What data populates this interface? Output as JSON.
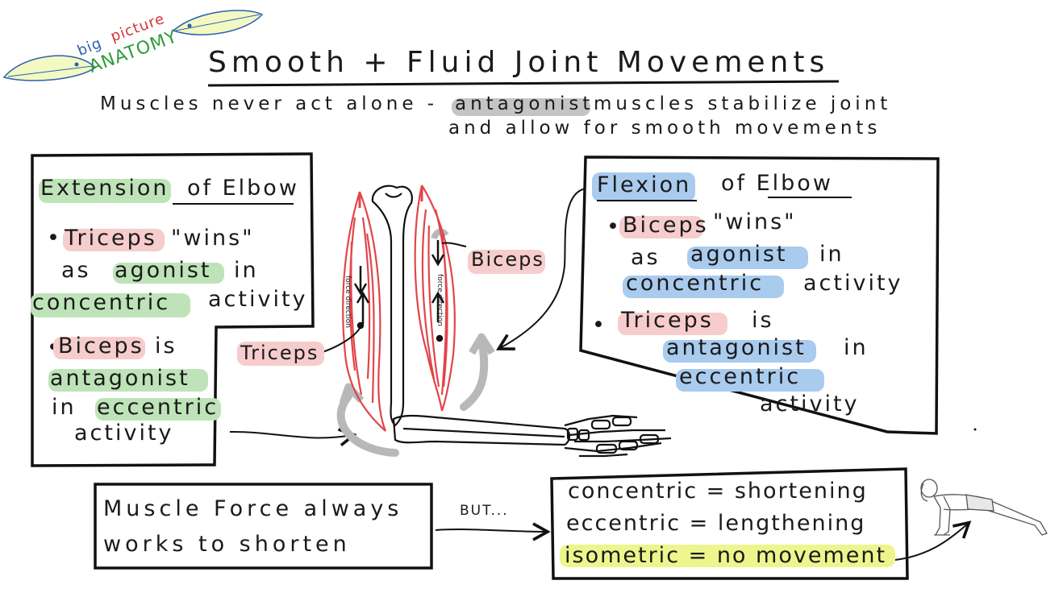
{
  "logo": {
    "word1": "big",
    "word2": "picture",
    "word3": "ANATOMY"
  },
  "title": "Smooth + Fluid Joint Movements",
  "subtitle": {
    "line1_pre": "Muscles never act alone - ",
    "line1_hl": "antagonist",
    "line1_post": " muscles stabilize joint",
    "line2": "and allow for smooth movements"
  },
  "extension_box": {
    "heading_hl": "Extension",
    "heading_rest": "of Elbow",
    "b1_hl": "Triceps",
    "b1_rest": "\"wins\"",
    "b1_l2_pre": "as",
    "b1_l2_hl": "agonist",
    "b1_l2_post": "in",
    "b1_l3_hl": "concentric",
    "b1_l3_post": "activity",
    "b2_hl": "Biceps",
    "b2_rest": "is",
    "b2_l2_hl": "antagonist",
    "b2_l3_pre": "in",
    "b2_l3_hl": "eccentric",
    "b2_l4": "activity"
  },
  "flexion_box": {
    "heading_hl": "Flexion",
    "heading_rest": "of Elbow",
    "b1_hl": "Biceps",
    "b1_rest": "\"wins\"",
    "b1_l2_pre": "as",
    "b1_l2_hl": "agonist",
    "b1_l2_post": "in",
    "b1_l3_hl": "concentric",
    "b1_l3_post": "activity",
    "b2_hl": "Triceps",
    "b2_rest": "is",
    "b2_l2_hl": "antagonist",
    "b2_l2_post": "in",
    "b2_l3_hl": "eccentric",
    "b2_l4": "activity"
  },
  "diagram": {
    "triceps_label": "Triceps",
    "biceps_label": "Biceps",
    "force_label": "force direction"
  },
  "muscle_force_box": {
    "line1": "Muscle Force always",
    "line2": "works to shorten"
  },
  "but_label": "BUT...",
  "definitions_box": {
    "line1": "concentric = shortening",
    "line2": "eccentric = lengthening",
    "line3": "isometric = no movement"
  },
  "colors": {
    "muscle": "#e2454a",
    "green_highlight": "#bfe3b8",
    "red_highlight": "#f6cccc",
    "blue_highlight": "#a9cbee",
    "yellow_highlight": "#eef58c",
    "gray_arrow": "#b8b8b8"
  }
}
